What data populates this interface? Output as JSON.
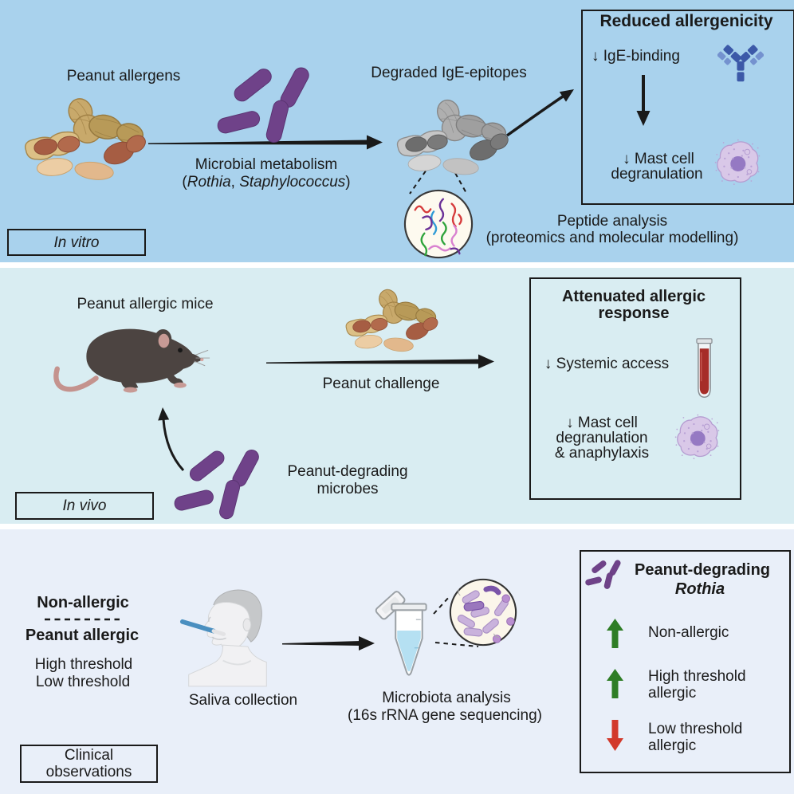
{
  "colors": {
    "panel_in_vitro_bg": "#a9d2ed",
    "panel_in_vivo_bg": "#d9edf2",
    "panel_clinical_bg": "#e9eff9",
    "line_black": "#1a1a1a",
    "bacteria_purple": "#6f4289",
    "antibody_blue": "#3c59a8",
    "antibody_light_blue": "#7492cf",
    "mast_cell_fill": "#d9c8e8",
    "mast_cell_nucleus": "#9579c3",
    "blood_red": "#a62d28",
    "increase_green": "#2e7d25",
    "decrease_red": "#d2392b"
  },
  "icons": {
    "peanut_pile": "pile of peanuts in shells and kernels",
    "gray_peanut_pile": "degraded gray peanut pile",
    "bacteria_cluster": "purple rod-shaped bacteria",
    "peptide_circle": "magnified circle of colored peptide squiggles",
    "antibody": "blue IgE antibody Y-shape",
    "mast_cell": "purple mast cell with granules",
    "mouse": "dark laboratory mouse",
    "blood_tube": "blood collection tube",
    "face_swab": "human profile giving saliva sample with swab",
    "eppendorf_tube": "open microcentrifuge tube with saliva sample",
    "microbe_circle": "magnified circle of oral microbes",
    "up_arrow": "increased abundance",
    "down_arrow": "decreased abundance"
  },
  "in_vitro": {
    "section_label": "In vitro",
    "peanut_allergens": "Peanut allergens",
    "microbial_metabolism": "Microbial metabolism",
    "species_prefix": "(",
    "species_1": "Rothia",
    "species_sep": ", ",
    "species_2": "Staphylococcus",
    "species_suffix": ")",
    "degraded_epitopes": "Degraded IgE-epitopes",
    "reduced_box": {
      "title": "Reduced allergenicity",
      "ige_binding": "↓ IgE-binding",
      "mast_line1": "↓ Mast cell",
      "mast_line2": "degranulation"
    },
    "peptide_line1": "Peptide analysis",
    "peptide_line2": "(proteomics and molecular modelling)"
  },
  "in_vivo": {
    "section_label": "In vivo",
    "mice_label": "Peanut allergic mice",
    "challenge_label": "Peanut challenge",
    "microbes_line1": "Peanut-degrading",
    "microbes_line2": "microbes",
    "attenuated_box": {
      "title_line1": "Attenuated allergic",
      "title_line2": "response",
      "systemic": "↓ Systemic access",
      "mast_line1": "↓ Mast cell",
      "mast_line2": "degranulation",
      "mast_line3": "& anaphylaxis"
    }
  },
  "clinical": {
    "section_label_line1": "Clinical",
    "section_label_line2": "observations",
    "group_non_allergic": "Non-allergic",
    "group_peanut_allergic": "Peanut allergic",
    "group_high_threshold": "High threshold",
    "group_low_threshold": "Low threshold",
    "saliva_label": "Saliva collection",
    "microbiota_line1": "Microbiota analysis",
    "microbiota_line2": "(16s rRNA gene sequencing)",
    "legend": {
      "title_bold": "Peanut-degrading",
      "title_italic": "Rothia",
      "entries": [
        {
          "direction": "up",
          "line1": "Non-allergic",
          "line2": ""
        },
        {
          "direction": "up",
          "line1": "High threshold",
          "line2": "allergic"
        },
        {
          "direction": "down",
          "line1": "Low threshold",
          "line2": "allergic"
        }
      ]
    }
  }
}
